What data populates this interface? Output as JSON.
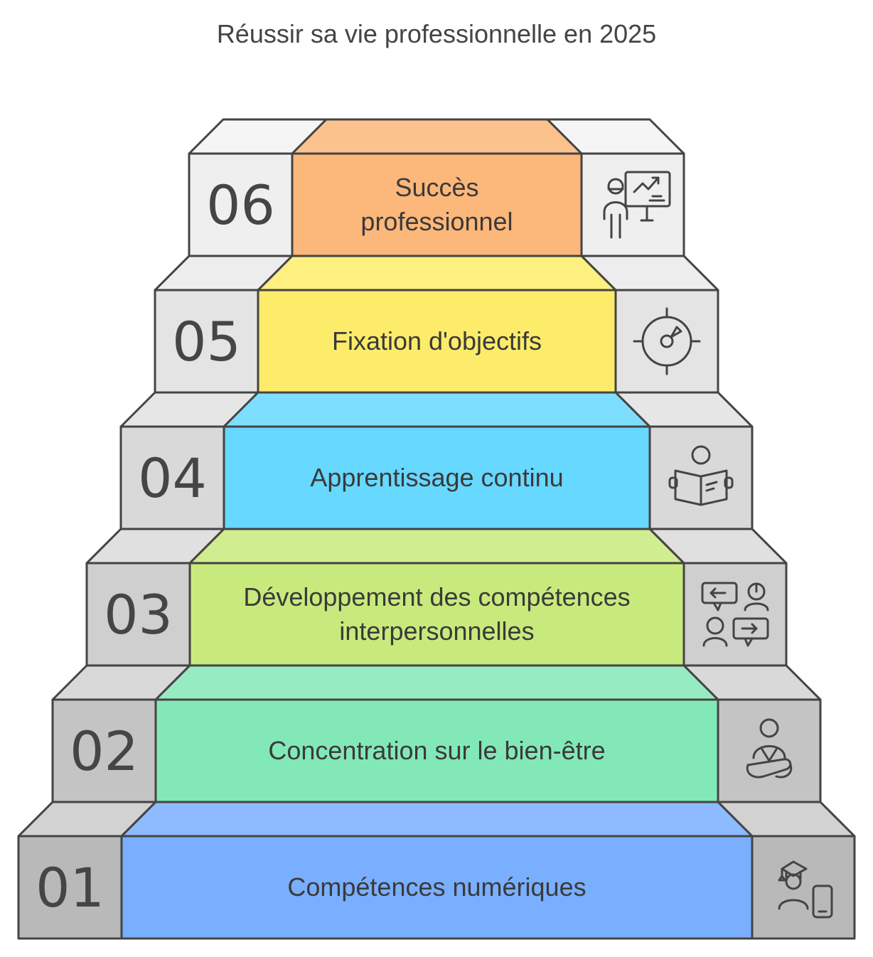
{
  "title": "Réussir sa vie professionnelle en 2025",
  "steps": [
    {
      "number": "01",
      "lines": [
        "Compétences numériques"
      ],
      "color": "#7aaeff",
      "icon": "graduate-phone-icon"
    },
    {
      "number": "02",
      "lines": [
        "Concentration sur le bien-être"
      ],
      "color": "#83e8b8",
      "icon": "meditation-icon"
    },
    {
      "number": "03",
      "lines": [
        "Développement des compétences",
        "interpersonnelles"
      ],
      "color": "#c8ea7c",
      "icon": "conversation-icon"
    },
    {
      "number": "04",
      "lines": [
        "Apprentissage continu"
      ],
      "color": "#67d8ff",
      "icon": "reader-icon"
    },
    {
      "number": "05",
      "lines": [
        "Fixation d'objectifs"
      ],
      "color": "#fdec6a",
      "icon": "target-icon"
    },
    {
      "number": "06",
      "lines": [
        "Succès",
        "professionnel"
      ],
      "color": "#fcb77a",
      "icon": "presenter-icon"
    }
  ],
  "greys": [
    "#b9b9b9",
    "#c4c4c4",
    "#cfcfcf",
    "#d9d9d9",
    "#e4e4e4",
    "#efefef"
  ]
}
